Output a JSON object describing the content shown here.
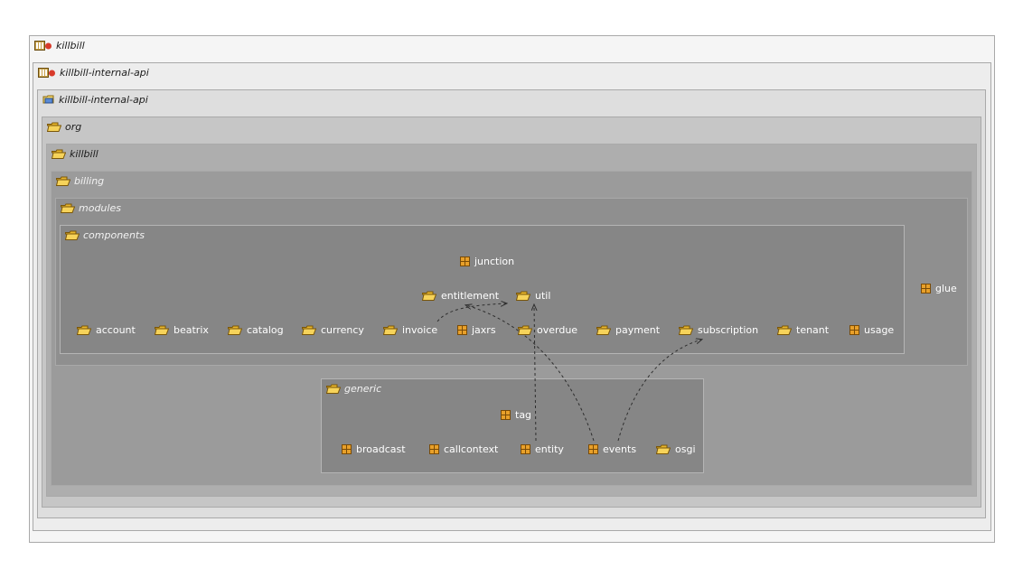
{
  "containers": {
    "project_root": "killbill",
    "project_module": "killbill-internal-api",
    "source_folder": "killbill-internal-api",
    "org": "org",
    "killbill": "killbill",
    "billing": "billing",
    "modules": "modules",
    "components": "components",
    "generic": "generic"
  },
  "components": {
    "junction": "junction",
    "entitlement": "entitlement",
    "util": "util",
    "account": "account",
    "beatrix": "beatrix",
    "catalog": "catalog",
    "currency": "currency",
    "invoice": "invoice",
    "jaxrs": "jaxrs",
    "overdue": "overdue",
    "payment": "payment",
    "subscription": "subscription",
    "tenant": "tenant",
    "usage": "usage"
  },
  "modules": {
    "glue": "glue"
  },
  "generic": {
    "tag": "tag",
    "broadcast": "broadcast",
    "callcontext": "callcontext",
    "entity": "entity",
    "events": "events",
    "osgi": "osgi"
  },
  "colors": {
    "box_level_1": "#f5f5f5",
    "box_level_2": "#ededed",
    "box_level_3": "#dedede",
    "box_level_4": "#c6c6c6",
    "box_level_5": "#aeaeae",
    "box_level_6": "#9b9b9b",
    "box_level_7": "#8f8f8f",
    "components_box": "#868686",
    "generic_box": "#868686",
    "edge": "#2e2e2e"
  },
  "icons": {
    "module": "module-icon",
    "source_folder": "source-folder-icon",
    "folder": "open-folder-icon",
    "package": "package-icon"
  }
}
